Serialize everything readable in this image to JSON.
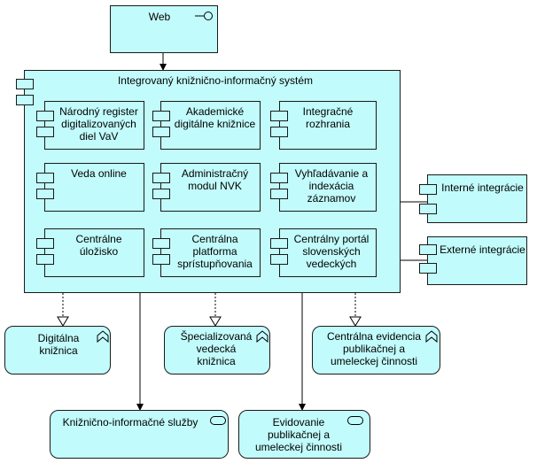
{
  "web": {
    "label": "Web",
    "icon": "interface-icon"
  },
  "system": {
    "title": "Integrovaný knižnično-informačný systém"
  },
  "components": [
    "Národný register\ndigitalizovaných\ndiel VaV",
    "Akademické\ndigitálne knižnice",
    "Integračné\nrozhrania",
    "Veda online",
    "Administračný\nmodul NVK",
    "Vyhľadávanie a\nindexácia\nzáznamov",
    "Centrálne\núložisko",
    "Centrálna\nplatforma\nsprístupňovania",
    "Centrálny portál\nslovenských\nvedeckých"
  ],
  "integrations": {
    "internal": "Interné integrácie",
    "external": "Externé integrácie"
  },
  "functions": [
    "Digitálna\nknižnica",
    "Špecializovaná\nvedecká\nknižnica",
    "Centrálna evidencia\npublikačnej a\numeleckej činnosti"
  ],
  "services": [
    "Knižnično-informačné služby",
    "Evidovanie\npublikačnej a\numeleckej činnosti"
  ],
  "colors": {
    "fill": "#c2fbfb",
    "stroke": "#1a1a1a"
  }
}
